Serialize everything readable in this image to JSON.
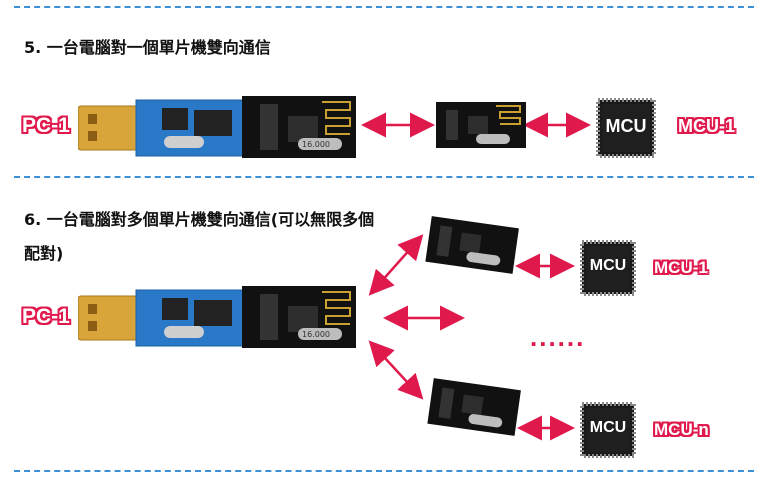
{
  "section5": {
    "title": "5. 一台電腦對一個單片機雙向通信",
    "pc_label": "PC-1",
    "mcu_label": "MCU-1",
    "chip_text": "MCU",
    "crystal_text": "16.000"
  },
  "section6": {
    "title": "6. 一台電腦對多個單片機雙向通信(可以無限多個配對)",
    "pc_label": "PC-1",
    "mcu_top_label": "MCU-1",
    "mcu_bottom_label": "MCU-n",
    "chip_text": "MCU",
    "ellipsis": "......",
    "crystal_text": "16.000"
  },
  "colors": {
    "divider": "#3d8fd6",
    "label_outline": "#e0194d",
    "arrow": "#e0194d",
    "board": "#2a78c8",
    "chip": "#1a1a1a"
  }
}
